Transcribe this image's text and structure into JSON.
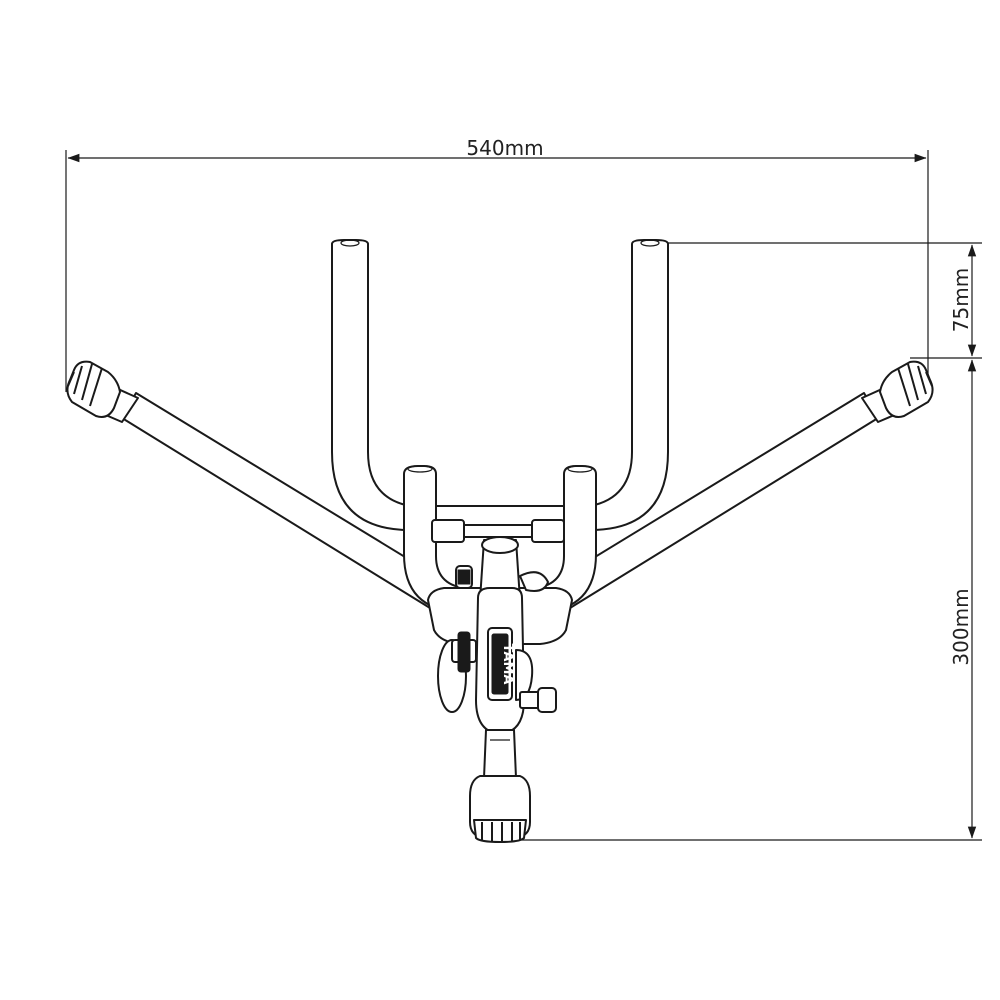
{
  "dimensions": {
    "width_label": "540mm",
    "arm_height_label": "75mm",
    "total_height_label": "300mm"
  },
  "product_badge": "TAMA",
  "colors": {
    "line": "#1a1a1a",
    "background": "#ffffff"
  }
}
